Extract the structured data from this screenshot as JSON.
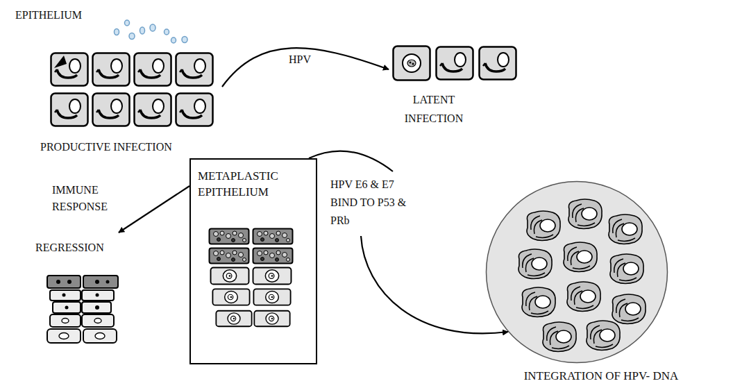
{
  "diagram": {
    "nodes": [
      {
        "text": [
          "EPITHELIUM",
          "PRODUCTIVE INFECTION"
        ]
      },
      {
        "text": [
          "LATENT INFECTION"
        ]
      },
      {
        "text": [
          "METAPLASTIC EPITHELIUM"
        ]
      },
      {
        "text": [
          "REGRESSION"
        ]
      },
      {
        "text": [
          "INTEGRATION OF HPV- DNA"
        ]
      }
    ],
    "edges": [
      {
        "from": 0,
        "to": 1,
        "label": "HPV",
        "arrow": "to"
      },
      {
        "from": 2,
        "to": 3,
        "label": "IMMUNE RESPONSE",
        "arrow": "to"
      },
      {
        "from": 2,
        "to": 4,
        "label": "HPV E6 & E7 BIND TO P53 & PRb",
        "arrow": "to"
      }
    ]
  }
}
